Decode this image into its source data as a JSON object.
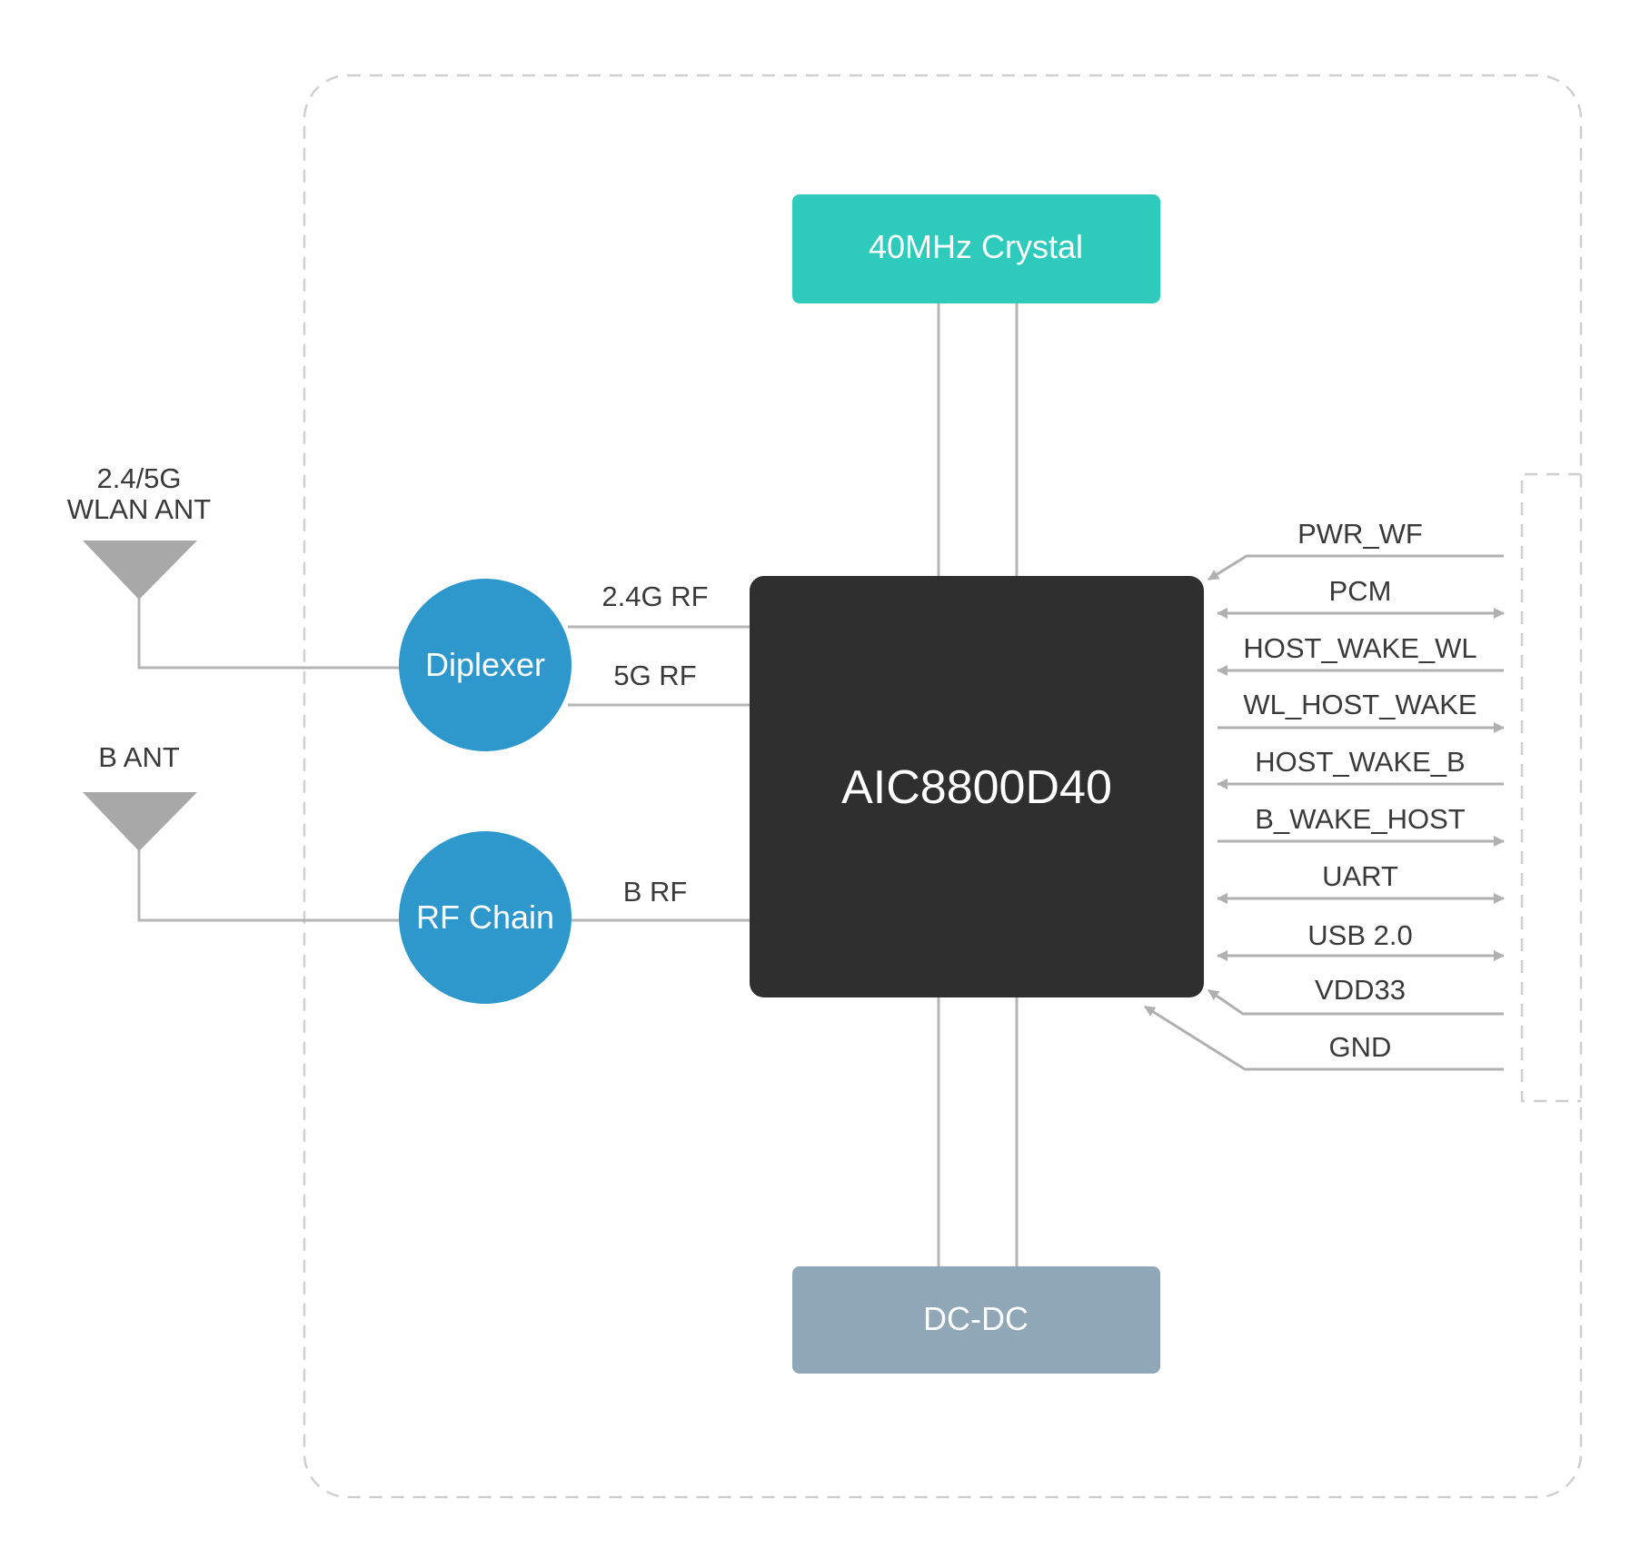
{
  "blocks": {
    "crystal": "40MHz Crystal",
    "chip": "AIC8800D40",
    "dcdc": "DC-DC",
    "diplexer": "Diplexer",
    "rf_chain": "RF Chain"
  },
  "antennas": {
    "wlan_line1": "2.4/5G",
    "wlan_line2": "WLAN ANT",
    "bt": "B ANT"
  },
  "rf_links": {
    "g24": "2.4G RF",
    "g5": "5G RF",
    "b": "B RF"
  },
  "signals": [
    {
      "label": "PWR_WF",
      "direction": "in"
    },
    {
      "label": "PCM",
      "direction": "both"
    },
    {
      "label": "HOST_WAKE_WL",
      "direction": "in"
    },
    {
      "label": "WL_HOST_WAKE",
      "direction": "out"
    },
    {
      "label": "HOST_WAKE_B",
      "direction": "in"
    },
    {
      "label": "B_WAKE_HOST",
      "direction": "out"
    },
    {
      "label": "UART",
      "direction": "both"
    },
    {
      "label": "USB 2.0",
      "direction": "both"
    },
    {
      "label": "VDD33",
      "direction": "in"
    },
    {
      "label": "GND",
      "direction": "in"
    }
  ],
  "colors": {
    "crystal": "#2ECABB",
    "chip": "#2F2F2F",
    "dcdc": "#8FA7B6",
    "circle": "#2E98CC",
    "antenna": "#A8A8A8",
    "line": "#B5B5B5",
    "border": "#CFCFCF"
  }
}
